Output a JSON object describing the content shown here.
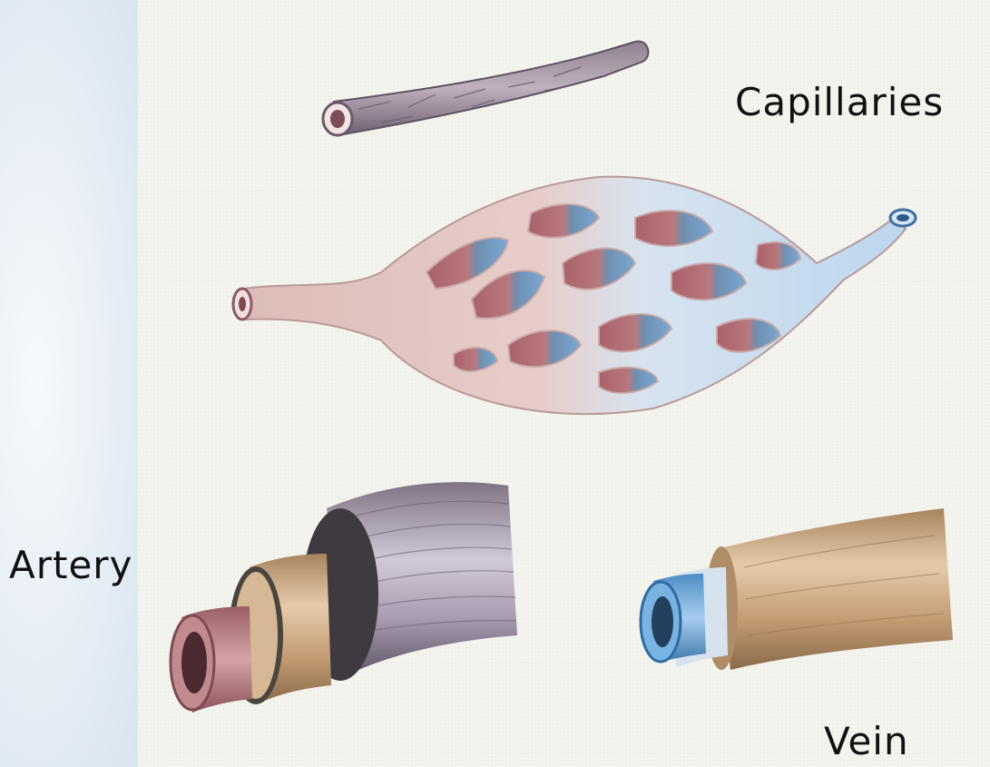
{
  "labels": {
    "capillaries": "Capillaries",
    "artery": "Artery",
    "vein": "Vein"
  },
  "colors": {
    "artery_red": "#b57a82",
    "vein_blue": "#6fa8dc",
    "wall_tan": "#c9a27c",
    "capillary_pink": "#e3c4c1",
    "muscle_grey": "#6e6676"
  }
}
